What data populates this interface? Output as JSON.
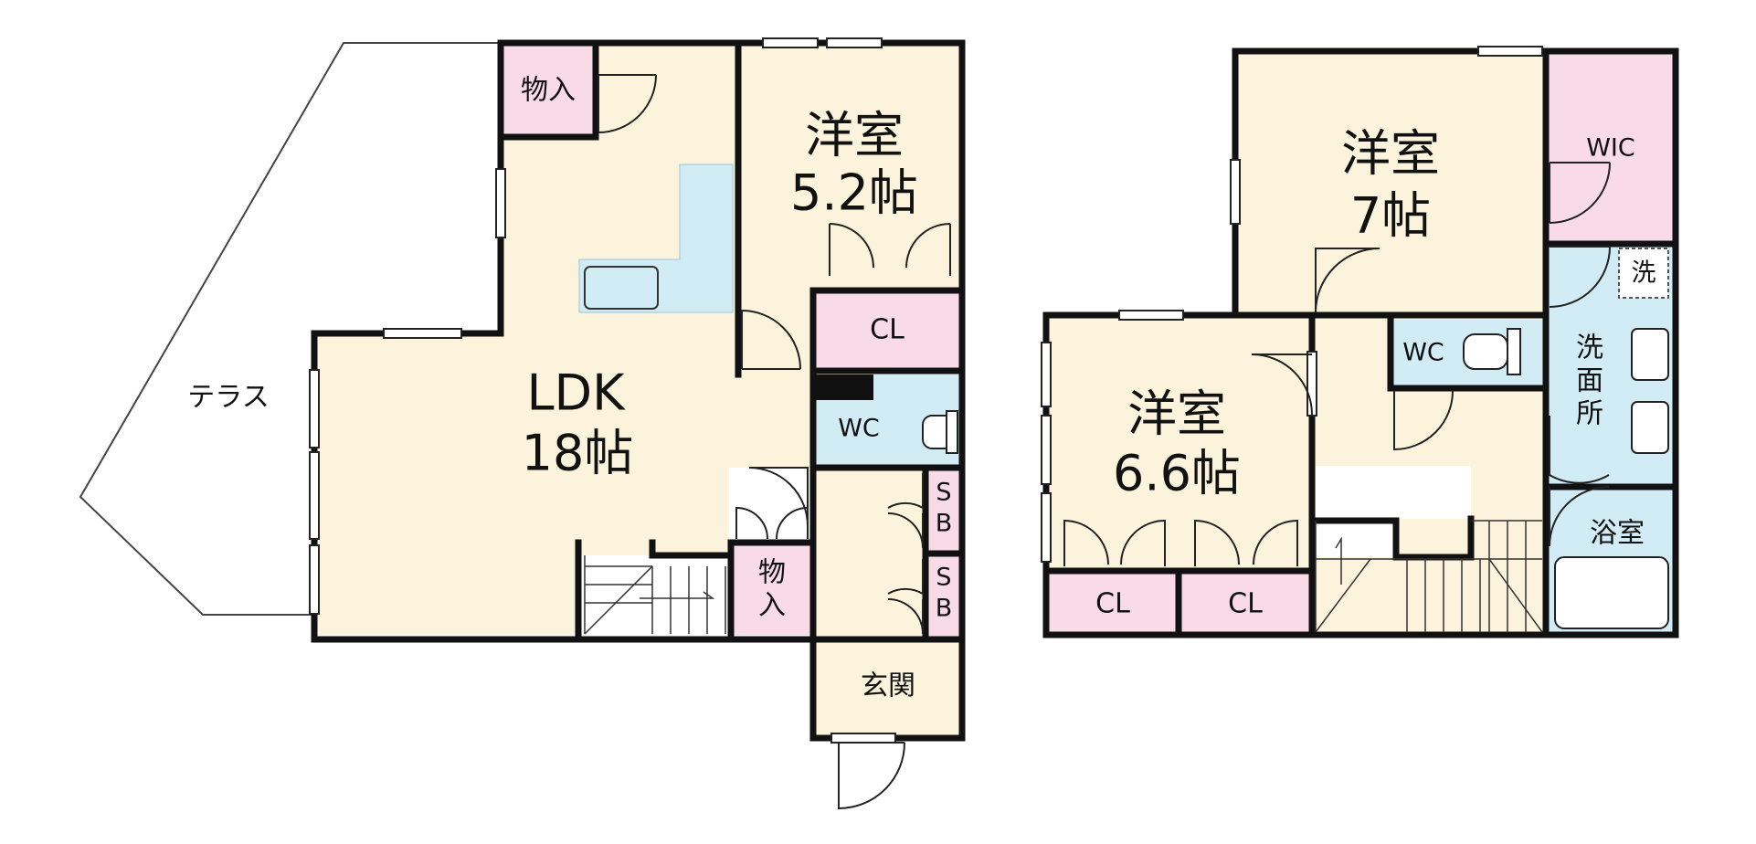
{
  "colors": {
    "room_beige": "#fbf3dc",
    "closet_pink": "#f8dbe7",
    "wet_blue": "#d2ecf6",
    "wall": "#111111",
    "terrace_line": "#444444"
  },
  "floor1": {
    "terrace": "テラス",
    "ldk_name": "LDK",
    "ldk_size": "18帖",
    "storage_top": "物入",
    "storage_mid_line1": "物",
    "storage_mid_line2": "入",
    "western_room_name": "洋室",
    "western_room_size": "5.2帖",
    "closet": "CL",
    "wc": "WC",
    "sb1_line1": "S",
    "sb1_line2": "B",
    "sb2_line1": "S",
    "sb2_line2": "B",
    "entrance": "玄関"
  },
  "floor2": {
    "room7_name": "洋室",
    "room7_size": "7帖",
    "wic": "WIC",
    "washer": "洗",
    "wc": "WC",
    "washroom_line1": "洗",
    "washroom_line2": "面",
    "washroom_line3": "所",
    "bath": "浴室",
    "room66_name": "洋室",
    "room66_size": "6.6帖",
    "closet_left": "CL",
    "closet_right": "CL"
  }
}
